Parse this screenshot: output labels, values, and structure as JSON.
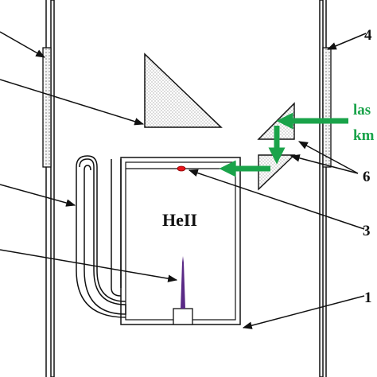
{
  "diagram": {
    "cell_label": "HeII",
    "numbers": {
      "n1": "1",
      "n3": "3",
      "n4": "4",
      "n6": "6"
    },
    "laser_text_line1": "las",
    "laser_text_line2": "km",
    "colors": {
      "outline": "#111111",
      "laser": "#1aa34a",
      "needle": "#5a2a86",
      "particle": "#e8141b"
    }
  }
}
